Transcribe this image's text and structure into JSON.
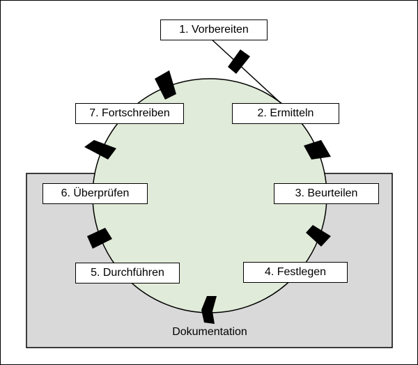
{
  "diagram": {
    "steps": [
      {
        "label": "1. Vorbereiten"
      },
      {
        "label": "2. Ermitteln"
      },
      {
        "label": "3. Beurteilen"
      },
      {
        "label": "4. Festlegen"
      },
      {
        "label": "5. Durchführen"
      },
      {
        "label": "6. Überprüfen"
      },
      {
        "label": "7. Fortschreiben"
      }
    ],
    "documentation_label": "Dokumentation",
    "colors": {
      "circle_fill": "#e1ebd9",
      "documentation_area": "#d9d9d9",
      "arrows": "#000000",
      "lines": "#000000"
    }
  }
}
